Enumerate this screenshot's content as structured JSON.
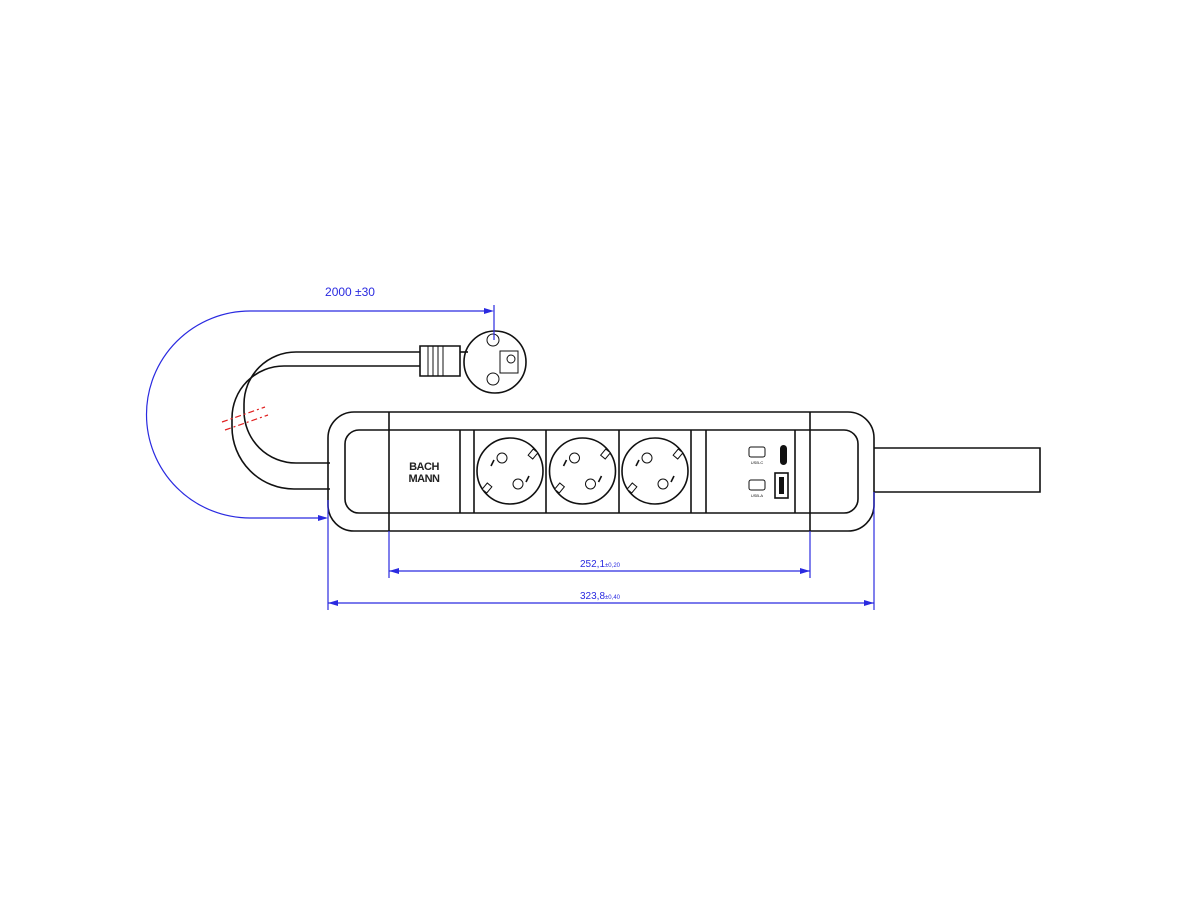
{
  "drawing": {
    "cable_length": "2000 ±30",
    "inner_length": {
      "value": "252,1",
      "tolerance": "±0,20"
    },
    "total_length": {
      "value": "323,8",
      "tolerance": "±0,40"
    },
    "logo": "BACHMANN",
    "socket_count": 3,
    "usb_ports": [
      "usb-c",
      "usb-a"
    ],
    "colors": {
      "dimension": "#2a2ae0",
      "break_mark": "#e02020",
      "outline": "#111111"
    }
  }
}
